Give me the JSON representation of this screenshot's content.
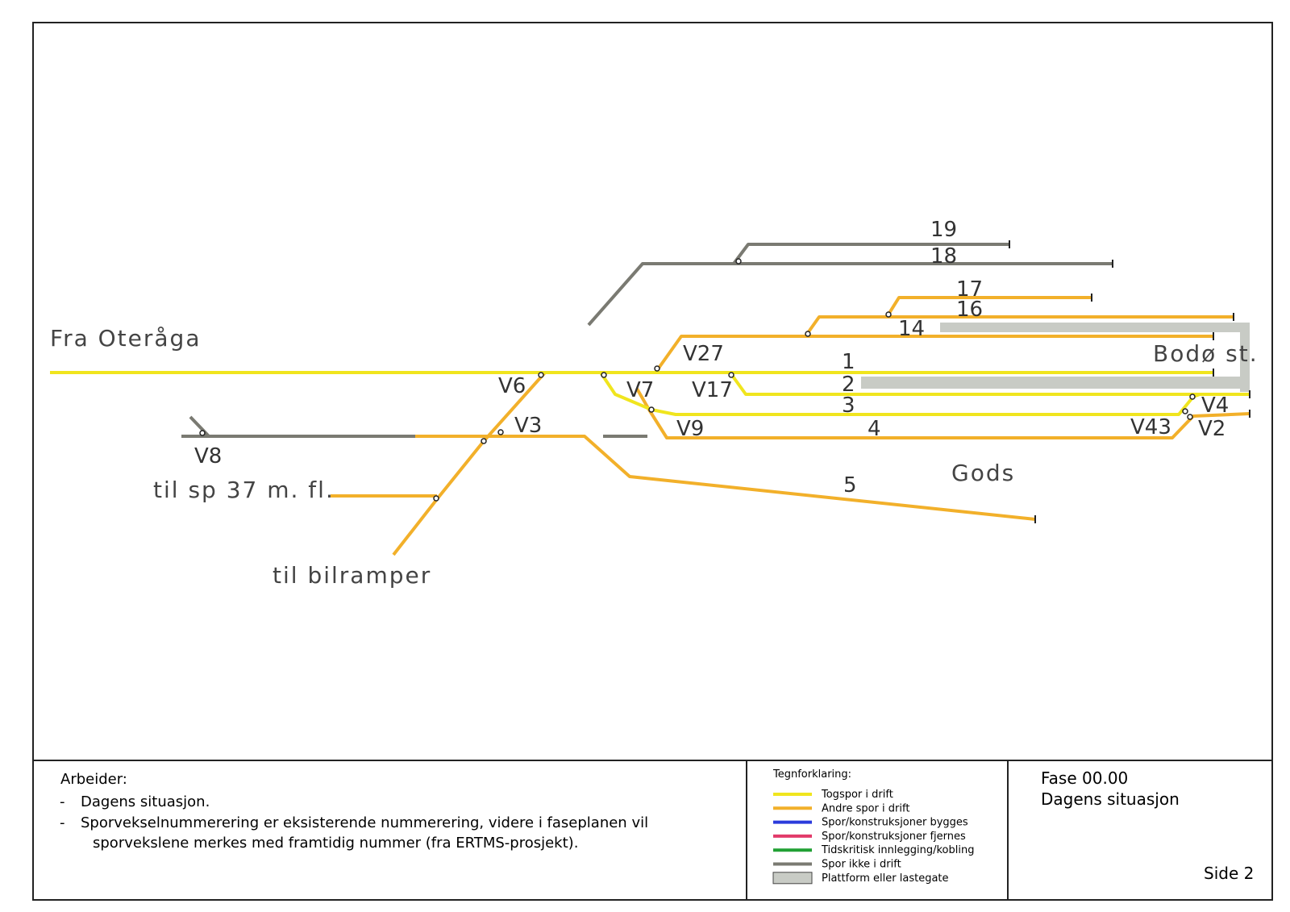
{
  "places": {
    "from": "Fra Oteråga",
    "station": "Bodø st.",
    "freight": "Gods",
    "to_track37": "til sp 37 m. fl.",
    "to_ramps": "til bilramper"
  },
  "track_numbers": [
    "19",
    "18",
    "17",
    "16",
    "14",
    "1",
    "2",
    "3",
    "4",
    "5"
  ],
  "switches": [
    "V27",
    "V6",
    "V7",
    "V17",
    "V3",
    "V9",
    "V8",
    "V4",
    "V43",
    "V2"
  ],
  "notes": {
    "heading": "Arbeider:",
    "items": [
      "Dagens situasjon.",
      "Sporvekselnummerering er eksisterende nummerering, videre i faseplanen vil",
      "sporvekslene merkes med framtidig nummer (fra ERTMS-prosjekt)."
    ]
  },
  "legend": {
    "title": "Tegnforklaring:",
    "items": [
      {
        "label": "Togspor i drift",
        "color": "#f0e51e"
      },
      {
        "label": "Andre spor i drift",
        "color": "#f2b02a"
      },
      {
        "label": "Spor/konstruksjoner bygges",
        "color": "#2b3bdc"
      },
      {
        "label": "Spor/konstruksjoner fjernes",
        "color": "#e23a6a"
      },
      {
        "label": "Tidskritisk innlegging/kobling",
        "color": "#21a034"
      },
      {
        "label": "Spor ikke i drift",
        "color": "#7a7a72"
      },
      {
        "label": "Plattform eller lastegate",
        "color": "#c8cbc5"
      }
    ]
  },
  "phase": {
    "number": "Fase 00.00",
    "title": "Dagens situasjon",
    "page": "Side 2"
  }
}
